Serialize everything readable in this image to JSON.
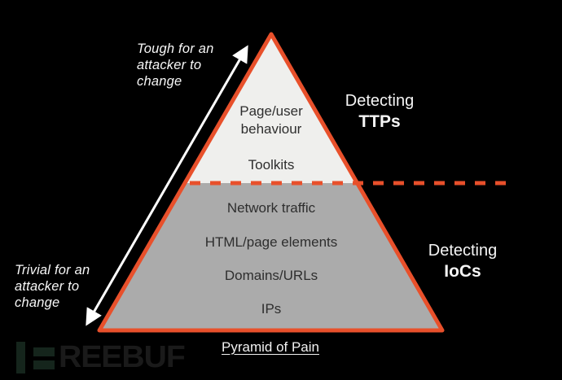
{
  "title": "Pyramid of Pain",
  "colors": {
    "background": "#000000",
    "pyramid_outline": "#e8502b",
    "top_section_fill": "#efefed",
    "bottom_section_fill": "#ababab",
    "dark_text": "#2e2e2e",
    "light_text": "#f7f7f7"
  },
  "pyramid": {
    "top_levels": [
      "Page/user behaviour",
      "Toolkits"
    ],
    "bottom_levels": [
      "Network traffic",
      "HTML/page elements",
      "Domains/URLs",
      "IPs"
    ]
  },
  "annotations": {
    "tough_lines": [
      "Tough for an",
      "attacker to",
      "change"
    ],
    "trivial_lines": [
      "Trivial for an",
      "attacker to",
      "change"
    ],
    "detecting_ttps": {
      "line1": "Detecting",
      "line2": "TTPs"
    },
    "detecting_iocs": {
      "line1": "Detecting",
      "line2": "IoCs"
    },
    "caption": "Pyramid of Pain"
  },
  "logo": {
    "brand": "FREEBUF",
    "visible_text": "REEBUF"
  }
}
